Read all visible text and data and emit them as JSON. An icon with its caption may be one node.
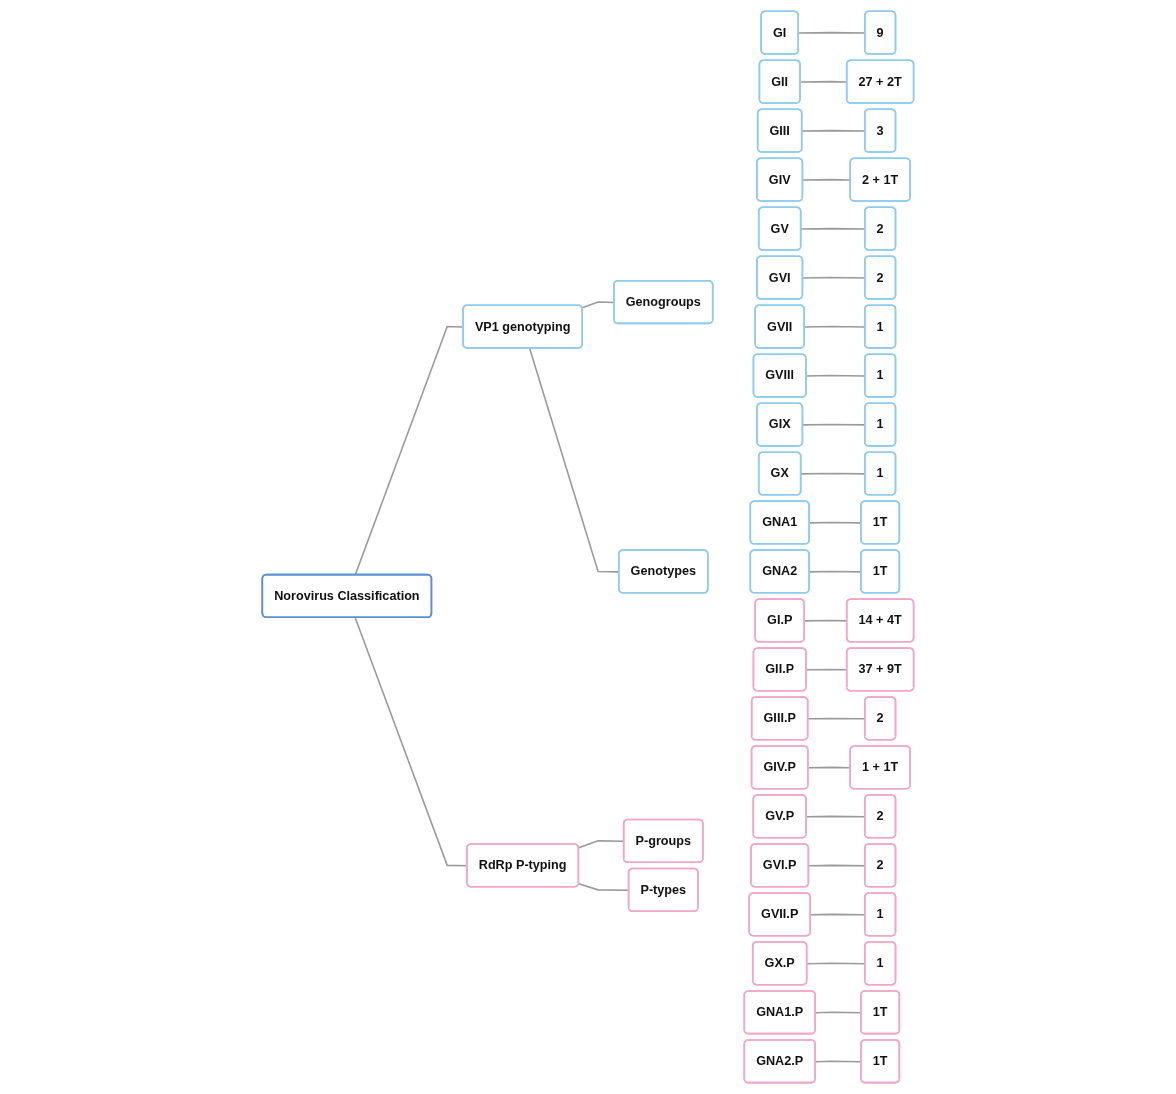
{
  "diagram": {
    "nodes": [
      {
        "text": [
          "Norovirus Classification"
        ]
      },
      {
        "text": [
          "VP1 genotyping"
        ]
      },
      {
        "text": [
          "RdRp P-typing"
        ]
      },
      {
        "text": [
          "Genogroups"
        ]
      },
      {
        "text": [
          "Genotypes"
        ]
      },
      {
        "text": [
          "P-groups"
        ]
      },
      {
        "text": [
          "P-types"
        ]
      },
      {
        "text": [
          "GI"
        ]
      },
      {
        "text": [
          "9"
        ]
      },
      {
        "text": [
          "GII"
        ]
      },
      {
        "text": [
          "27 + 2T"
        ]
      },
      {
        "text": [
          "GIII"
        ]
      },
      {
        "text": [
          "3"
        ]
      },
      {
        "text": [
          "GIV"
        ]
      },
      {
        "text": [
          "2 + 1T"
        ]
      },
      {
        "text": [
          "GV"
        ]
      },
      {
        "text": [
          "2"
        ]
      },
      {
        "text": [
          "GVI"
        ]
      },
      {
        "text": [
          "2"
        ]
      },
      {
        "text": [
          "GVII"
        ]
      },
      {
        "text": [
          "1"
        ]
      },
      {
        "text": [
          "GVIII"
        ]
      },
      {
        "text": [
          "1"
        ]
      },
      {
        "text": [
          "GIX"
        ]
      },
      {
        "text": [
          "1"
        ]
      },
      {
        "text": [
          "GX"
        ]
      },
      {
        "text": [
          "1"
        ]
      },
      {
        "text": [
          "GNA1"
        ]
      },
      {
        "text": [
          "1T"
        ]
      },
      {
        "text": [
          "GNA2"
        ]
      },
      {
        "text": [
          "1T"
        ]
      },
      {
        "text": [
          "GI.P"
        ]
      },
      {
        "text": [
          "14 + 4T"
        ]
      },
      {
        "text": [
          "GII.P"
        ]
      },
      {
        "text": [
          "37 + 9T"
        ]
      },
      {
        "text": [
          "GIII.P"
        ]
      },
      {
        "text": [
          "2"
        ]
      },
      {
        "text": [
          "GIV.P"
        ]
      },
      {
        "text": [
          "1 + 1T"
        ]
      },
      {
        "text": [
          "GV.P"
        ]
      },
      {
        "text": [
          "2"
        ]
      },
      {
        "text": [
          "GVI.P"
        ]
      },
      {
        "text": [
          "2"
        ]
      },
      {
        "text": [
          "GVII.P"
        ]
      },
      {
        "text": [
          "1"
        ]
      },
      {
        "text": [
          "GX.P"
        ]
      },
      {
        "text": [
          "1"
        ]
      },
      {
        "text": [
          "GNA1.P"
        ]
      },
      {
        "text": [
          "1T"
        ]
      },
      {
        "text": [
          "GNA2.P"
        ]
      },
      {
        "text": [
          "1T"
        ]
      }
    ],
    "edges": [
      {
        "from": 0,
        "to": 1,
        "arrow": "none"
      },
      {
        "from": 0,
        "to": 2,
        "arrow": "none"
      },
      {
        "from": 1,
        "to": 3,
        "arrow": "none"
      },
      {
        "from": 1,
        "to": 4,
        "arrow": "none"
      },
      {
        "from": 2,
        "to": 5,
        "arrow": "none"
      },
      {
        "from": 2,
        "to": 6,
        "arrow": "none"
      },
      {
        "from": 7,
        "to": 8,
        "arrow": "none"
      },
      {
        "from": 9,
        "to": 10,
        "arrow": "none"
      },
      {
        "from": 11,
        "to": 12,
        "arrow": "none"
      },
      {
        "from": 13,
        "to": 14,
        "arrow": "none"
      },
      {
        "from": 15,
        "to": 16,
        "arrow": "none"
      },
      {
        "from": 17,
        "to": 18,
        "arrow": "none"
      },
      {
        "from": 19,
        "to": 20,
        "arrow": "none"
      },
      {
        "from": 21,
        "to": 22,
        "arrow": "none"
      },
      {
        "from": 23,
        "to": 24,
        "arrow": "none"
      },
      {
        "from": 25,
        "to": 26,
        "arrow": "none"
      },
      {
        "from": 27,
        "to": 28,
        "arrow": "none"
      },
      {
        "from": 29,
        "to": 30,
        "arrow": "none"
      },
      {
        "from": 31,
        "to": 32,
        "arrow": "none"
      },
      {
        "from": 33,
        "to": 34,
        "arrow": "none"
      },
      {
        "from": 35,
        "to": 36,
        "arrow": "none"
      },
      {
        "from": 37,
        "to": 38,
        "arrow": "none"
      },
      {
        "from": 39,
        "to": 40,
        "arrow": "none"
      },
      {
        "from": 41,
        "to": 42,
        "arrow": "none"
      },
      {
        "from": 43,
        "to": 44,
        "arrow": "none"
      },
      {
        "from": 45,
        "to": 46,
        "arrow": "none"
      },
      {
        "from": 47,
        "to": 48,
        "arrow": "none"
      },
      {
        "from": 49,
        "to": 50,
        "arrow": "none"
      }
    ]
  }
}
